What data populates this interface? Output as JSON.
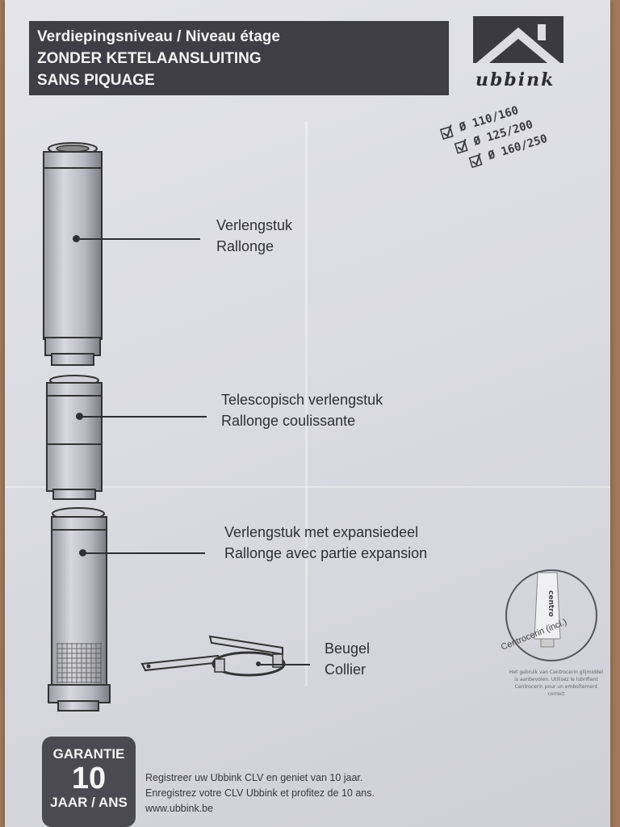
{
  "header": {
    "line1": "Verdiepingsniveau / Niveau étage",
    "line2": "ZONDER KETELAANSLUITING",
    "line3": "SANS PIQUAGE"
  },
  "brand": {
    "name": "ubbink",
    "icon": "house-roof-logo-icon"
  },
  "diameters": [
    {
      "label": "Ø 110/160",
      "checked": true
    },
    {
      "label": "Ø 125/200",
      "checked": true
    },
    {
      "label": "Ø 160/250",
      "checked": true
    }
  ],
  "parts": [
    {
      "line1": "Verlengstuk",
      "line2": "Rallonge"
    },
    {
      "line1": "Telescopisch verlengstuk",
      "line2": "Rallonge coulissante"
    },
    {
      "line1": "Verlengstuk met expansiedeel",
      "line2": "Rallonge  avec partie expansion"
    },
    {
      "line1": "Beugel",
      "line2": "Collier"
    }
  ],
  "lubricant": {
    "tube_text": "centro",
    "caption": "Centrocerin (incl.)",
    "note": "Het gebruik van Centrocerin glijmiddel is aanbevolen. Utilisez le lubrifiant Centrocerin pour un emboîtement correct"
  },
  "guarantee": {
    "top": "GARANTIE",
    "number": "10",
    "bottom": "JAAR / ANS"
  },
  "registration": {
    "line1": "Registreer uw Ubbink CLV en geniet van 10 jaar.",
    "line2": "Enregistrez votre CLV Ubbink et profitez de 10 ans.",
    "url": "www.ubbink.be"
  },
  "colors": {
    "header_bg": "#3e3e44",
    "paper": "#dcdce2",
    "ink": "#2f2f36"
  }
}
